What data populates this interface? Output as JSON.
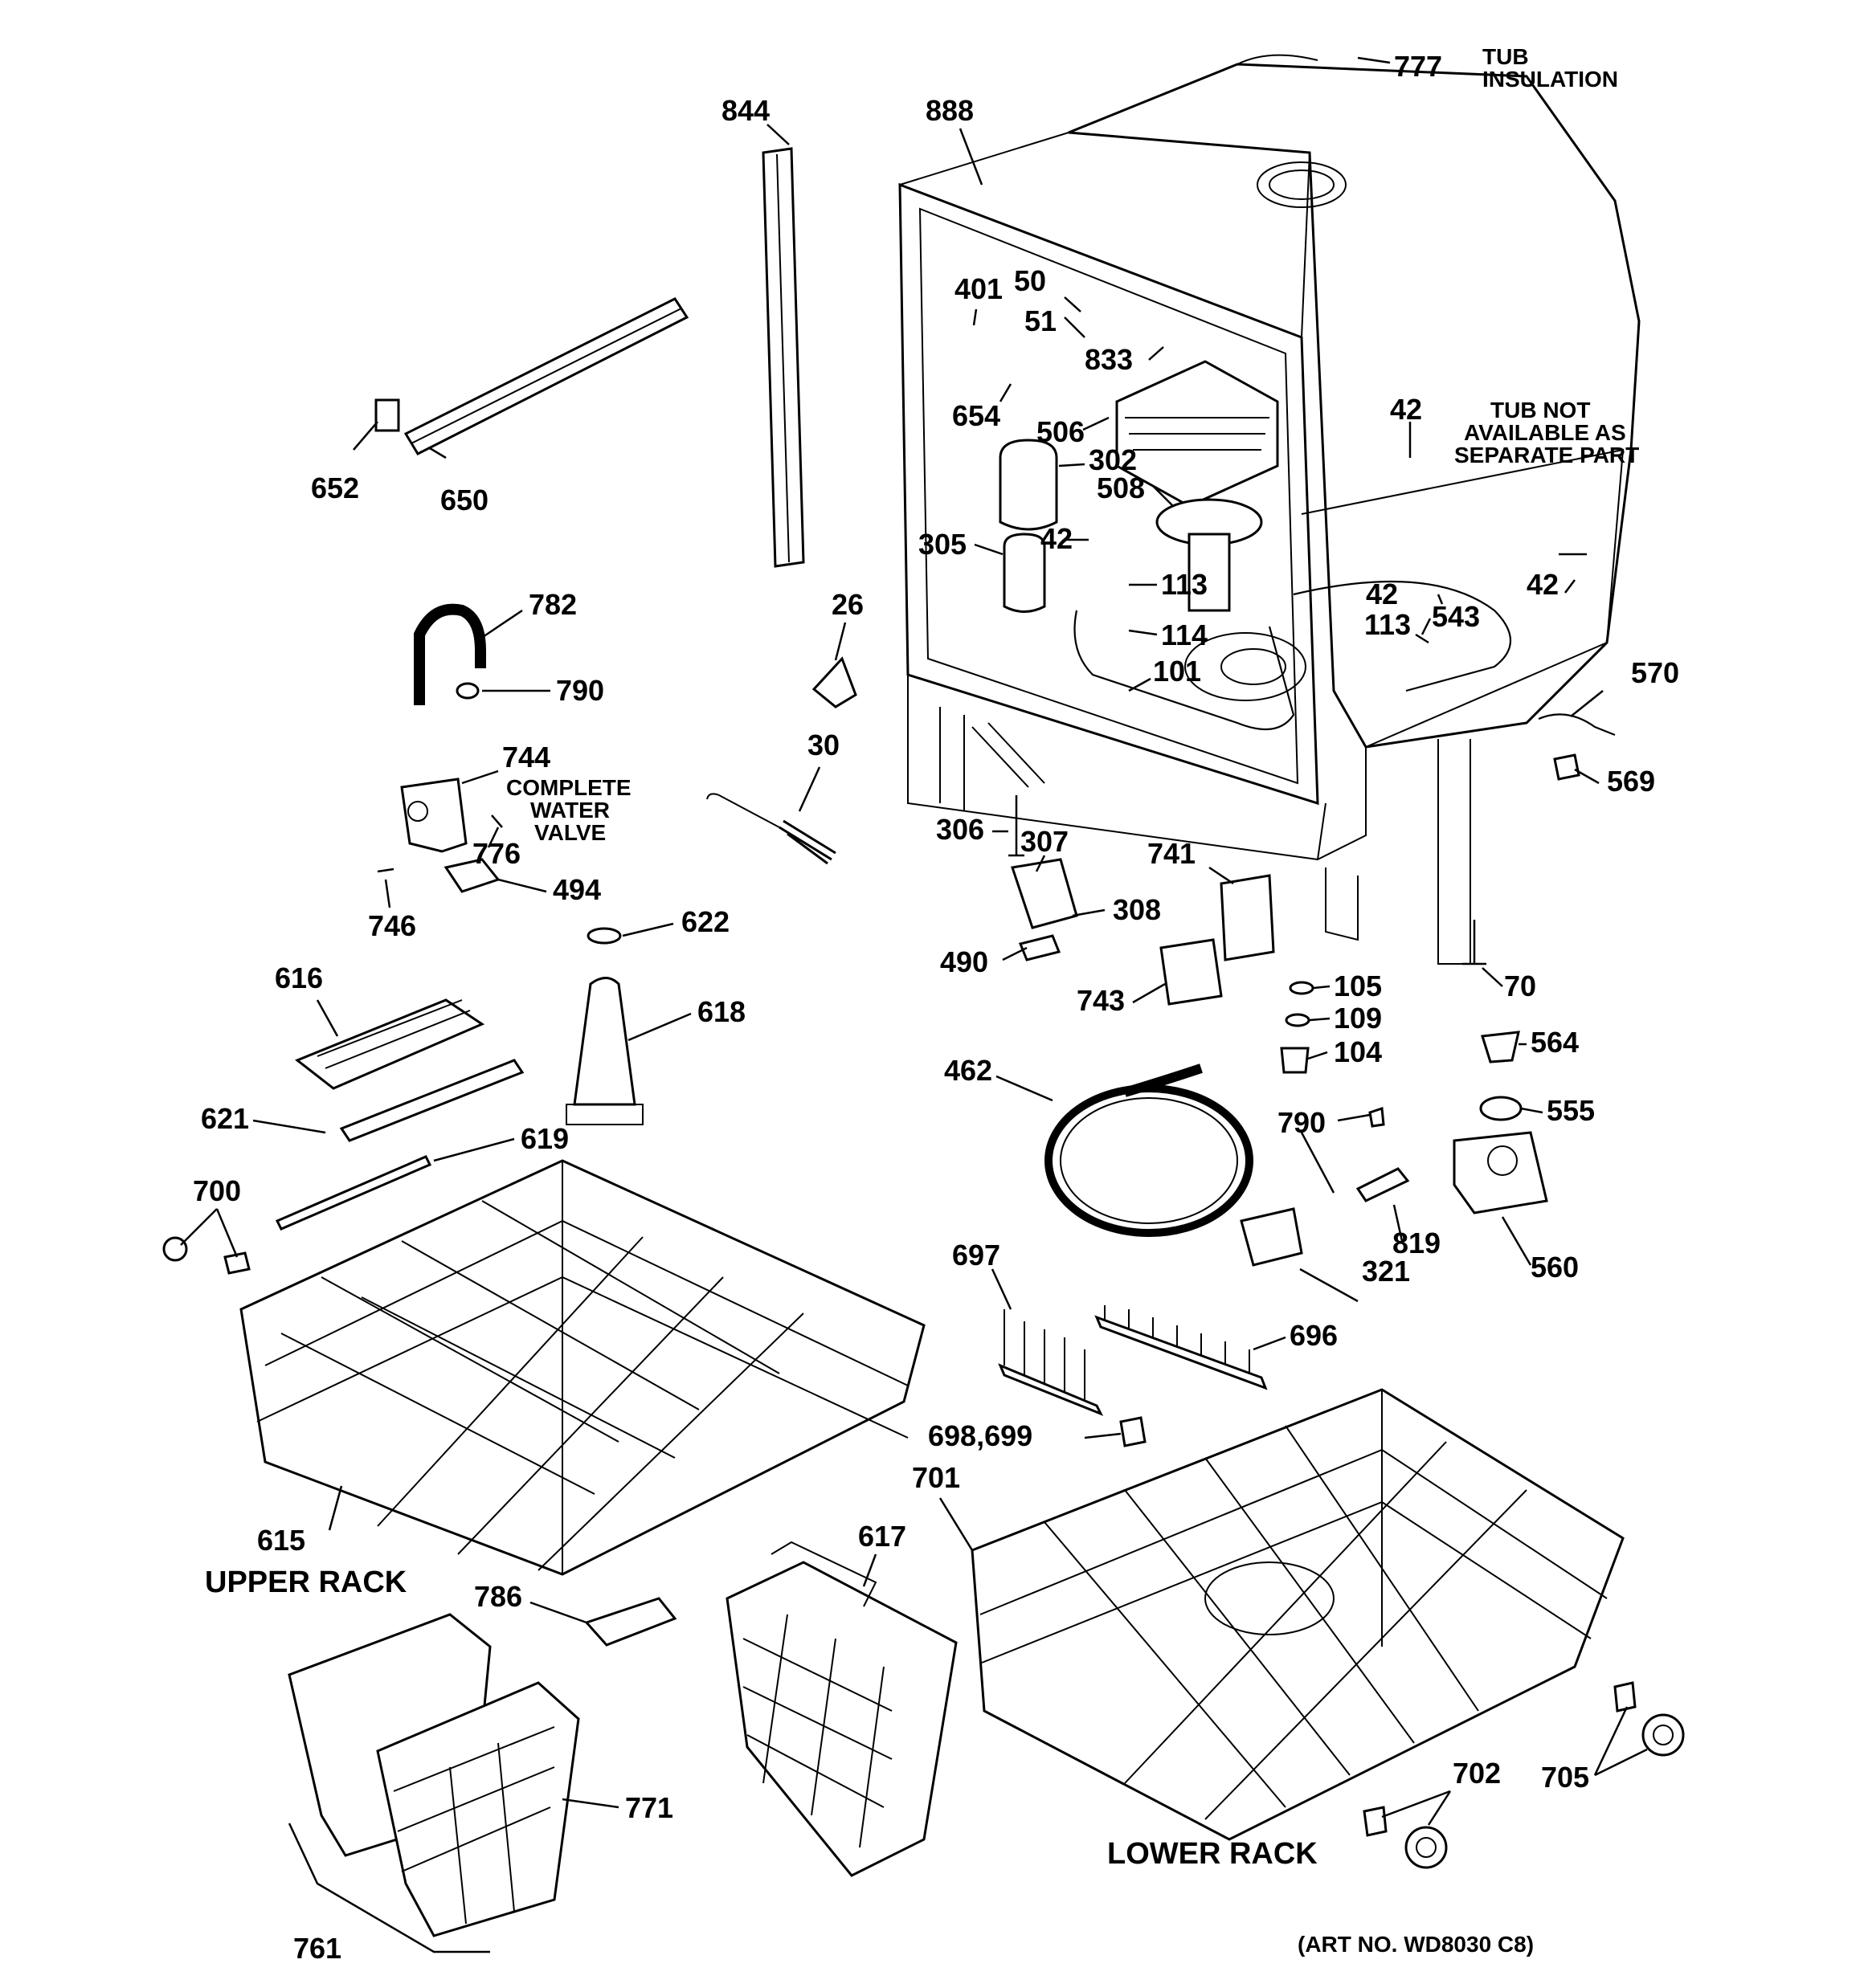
{
  "callouts": {
    "c777": "777",
    "tub_insulation_1": "TUB",
    "tub_insulation_2": "INSULATION",
    "c844": "844",
    "c888": "888",
    "c401": "401",
    "c50": "50",
    "c51": "51",
    "c833": "833",
    "c654": "654",
    "c506": "506",
    "c302": "302",
    "c508": "508",
    "c305": "305",
    "c42a": "42",
    "c42b": "42",
    "c42c": "42",
    "c42d": "42",
    "tub_note_1": "TUB NOT",
    "tub_note_2": "AVAILABLE AS",
    "tub_note_3": "SEPARATE PART",
    "c113a": "113",
    "c113b": "113",
    "c114": "114",
    "c101": "101",
    "c543": "543",
    "c652": "652",
    "c650": "650",
    "c782": "782",
    "c790a": "790",
    "c26": "26",
    "c570": "570",
    "c569": "569",
    "c744": "744",
    "valve_1": "COMPLETE",
    "valve_2": "WATER",
    "valve_3": "VALVE",
    "c776": "776",
    "c30": "30",
    "c306": "306",
    "c307": "307",
    "c741": "741",
    "c494": "494",
    "c746": "746",
    "c308": "308",
    "c622": "622",
    "c490": "490",
    "c70": "70",
    "c105": "105",
    "c743": "743",
    "c109": "109",
    "c616": "616",
    "c618": "618",
    "c104": "104",
    "c564": "564",
    "c462": "462",
    "c621": "621",
    "c555": "555",
    "c790b": "790",
    "c619": "619",
    "c700": "700",
    "c819": "819",
    "c697": "697",
    "c321": "321",
    "c560": "560",
    "c696": "696",
    "c698_699": "698,699",
    "c701": "701",
    "c615": "615",
    "c617": "617",
    "c786": "786",
    "c771": "771",
    "c702": "702",
    "c705": "705",
    "c761": "761"
  },
  "captions": {
    "upper_rack": "UPPER RACK",
    "lower_rack": "LOWER RACK",
    "art_no": "(ART NO. WD8030 C8)"
  }
}
